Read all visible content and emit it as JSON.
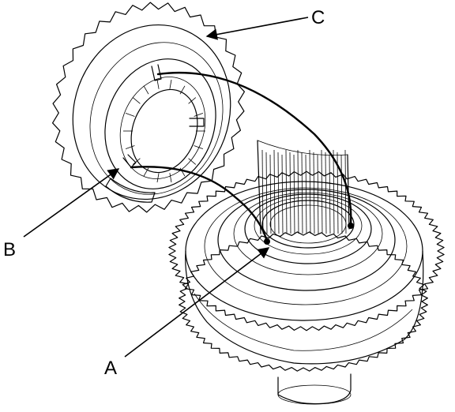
{
  "callouts": {
    "a": {
      "label": "A"
    },
    "b": {
      "label": "B"
    },
    "c": {
      "label": "C"
    }
  },
  "colors": {
    "ink": "#000000",
    "paper": "#ffffff"
  }
}
